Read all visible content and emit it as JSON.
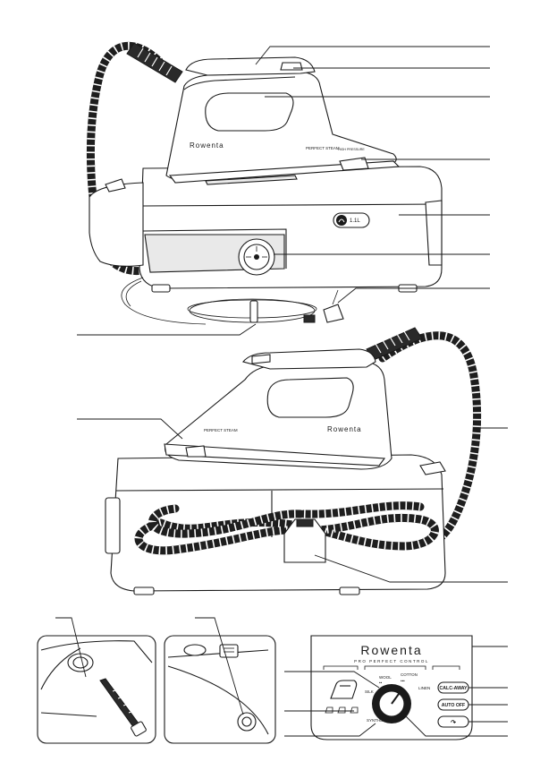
{
  "brand": {
    "name_side_iron": "Rowenta",
    "name_front_iron": "Rowenta",
    "name_panel": "Rowenta",
    "panel_subtitle": "PRO PERFECT CONTROL"
  },
  "iron_markings": {
    "model_small": "PERFECT STEAM",
    "front_model_small": "PERFECT STEAM",
    "tag": "HIGH PRESSURE"
  },
  "tank": {
    "capacity": "1.1L"
  },
  "dial": {
    "labels": [
      "WOOL",
      "COTTON",
      "LINEN",
      "SILK",
      "SYNTHETIC"
    ],
    "dots_wool": "••",
    "dots_cotton": "•••"
  },
  "panel_buttons": {
    "eco_label": "CALC-AWAY",
    "autooff_label": "AUTO OFF",
    "steam_label": "↷"
  },
  "icons": {
    "iron_icon": "iron-icon",
    "temp_icons": [
      "iron-1dot-icon",
      "iron-2dot-icon",
      "iron-3dot-icon"
    ],
    "steam_icon": "steam-icon"
  },
  "colors": {
    "ink": "#1a1a1a",
    "panel_fill": "#ffffff",
    "cord": "#1e1e1e"
  }
}
